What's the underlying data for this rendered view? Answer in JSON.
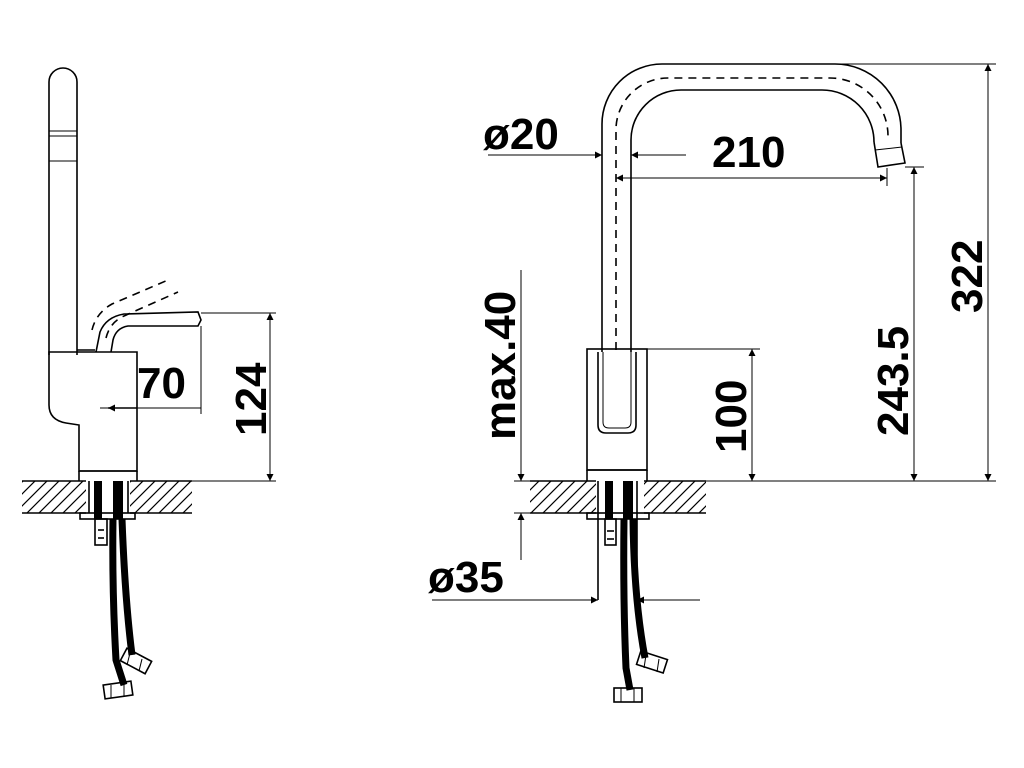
{
  "side_view": {
    "dims": {
      "spread": "70",
      "height": "124"
    }
  },
  "front_view": {
    "dims": {
      "spout_diameter": "ø20",
      "reach": "210",
      "overall_height": "322",
      "outlet_height": "243.5",
      "body_height": "100",
      "max_deck": "max.40",
      "hole_diameter": "ø35"
    }
  },
  "colors": {
    "line": "#000000",
    "background": "#ffffff"
  }
}
